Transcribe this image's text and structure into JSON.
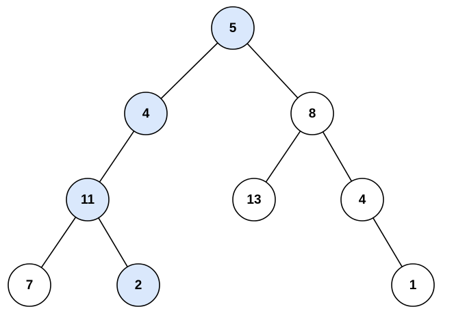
{
  "colors": {
    "highlight_fill": "#dae8fc",
    "default_fill": "#ffffff",
    "stroke": "#000000"
  },
  "tree": {
    "nodes": [
      {
        "id": "n1",
        "label": "5",
        "highlighted": true
      },
      {
        "id": "n2",
        "label": "4",
        "highlighted": true
      },
      {
        "id": "n3",
        "label": "8",
        "highlighted": false
      },
      {
        "id": "n4",
        "label": "11",
        "highlighted": true
      },
      {
        "id": "n5",
        "label": "13",
        "highlighted": false
      },
      {
        "id": "n6",
        "label": "4",
        "highlighted": false
      },
      {
        "id": "n7",
        "label": "7",
        "highlighted": false
      },
      {
        "id": "n8",
        "label": "2",
        "highlighted": true
      },
      {
        "id": "n9",
        "label": "1",
        "highlighted": false
      }
    ],
    "edges": [
      {
        "from": "n1",
        "to": "n2"
      },
      {
        "from": "n1",
        "to": "n3"
      },
      {
        "from": "n2",
        "to": "n4"
      },
      {
        "from": "n3",
        "to": "n5"
      },
      {
        "from": "n3",
        "to": "n6"
      },
      {
        "from": "n4",
        "to": "n7"
      },
      {
        "from": "n4",
        "to": "n8"
      },
      {
        "from": "n6",
        "to": "n9"
      }
    ]
  }
}
